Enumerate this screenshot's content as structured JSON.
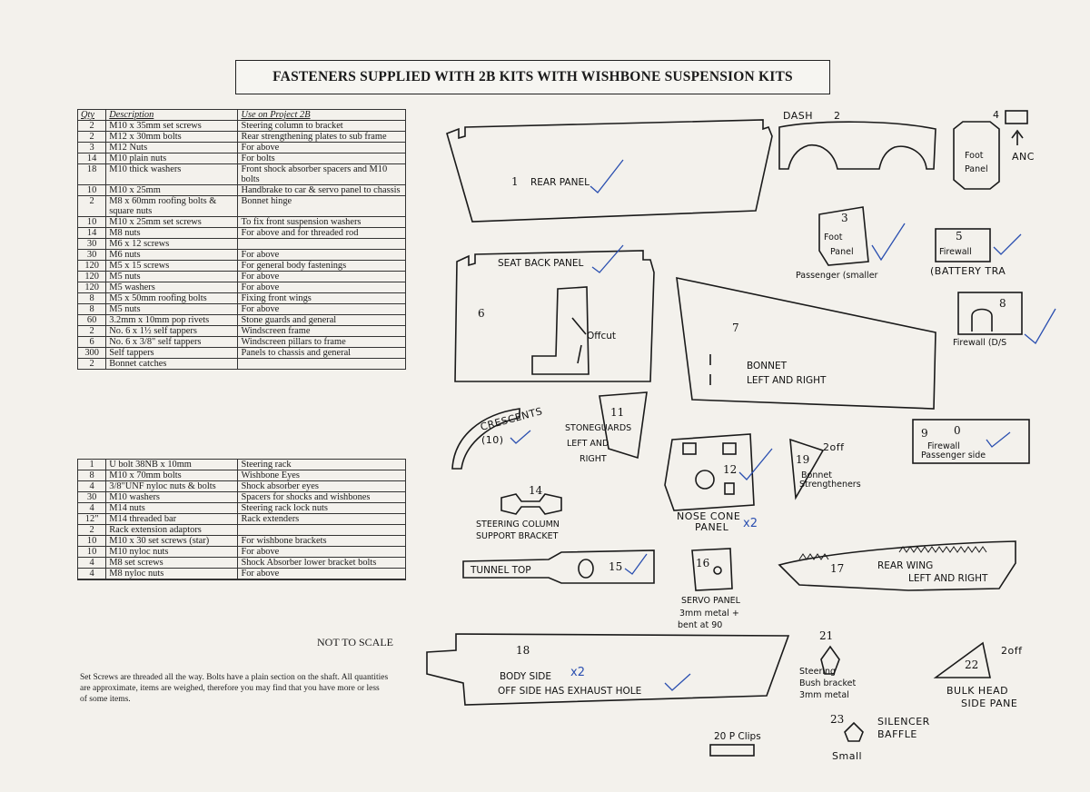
{
  "title": "FASTENERS SUPPLIED WITH 2B KITS WITH WISHBONE SUSPENSION KITS",
  "table1": {
    "headers": [
      "Qty",
      "Description",
      "Use on Project 2B"
    ],
    "rows": [
      [
        "2",
        "M10 x 35mm set screws",
        "Steering column to bracket"
      ],
      [
        "2",
        "M12 x 30mm bolts",
        "Rear strengthening plates to sub frame"
      ],
      [
        "3",
        "M12 Nuts",
        "For above"
      ],
      [
        "14",
        "M10 plain nuts",
        "For bolts"
      ],
      [
        "18",
        "M10 thick washers",
        "Front shock absorber spacers and M10 bolts"
      ],
      [
        "10",
        "M10 x 25mm",
        "Handbrake to car & servo panel to chassis"
      ],
      [
        "2",
        "M8 x 60mm roofing bolts & square nuts",
        "Bonnet hinge"
      ],
      [
        "10",
        "M10 x 25mm set screws",
        "To fix front suspension washers"
      ],
      [
        "14",
        "M8 nuts",
        "For above and for threaded rod"
      ],
      [
        "30",
        "M6 x 12 screws",
        ""
      ],
      [
        "30",
        "M6 nuts",
        "For above"
      ],
      [
        "120",
        "M5 x 15 screws",
        "For general body fastenings"
      ],
      [
        "120",
        "M5 nuts",
        "For above"
      ],
      [
        "120",
        "M5 washers",
        "For above"
      ],
      [
        "8",
        "M5 x 50mm roofing bolts",
        "Fixing front wings"
      ],
      [
        "8",
        "M5 nuts",
        "For above"
      ],
      [
        "60",
        "3.2mm x 10mm pop rivets",
        "Stone guards and general"
      ],
      [
        "2",
        "No. 6 x 1½ self tappers",
        "Windscreen frame"
      ],
      [
        "6",
        "No. 6 x 3/8\" self tappers",
        "Windscreen pillars to frame"
      ],
      [
        "300",
        "Self tappers",
        "Panels to chassis and general"
      ],
      [
        "2",
        "Bonnet catches",
        ""
      ]
    ]
  },
  "table2": {
    "rows": [
      [
        "1",
        "U bolt 38NB x 10mm",
        "Steering rack"
      ],
      [
        "8",
        "M10 x 70mm bolts",
        "Wishbone Eyes"
      ],
      [
        "4",
        "3/8\"UNF nyloc nuts & bolts",
        "Shock absorber eyes"
      ],
      [
        "30",
        "M10 washers",
        "Spacers for shocks and wishbones"
      ],
      [
        "4",
        "M14 nuts",
        "Steering rack lock nuts"
      ],
      [
        "12\"",
        "M14 threaded bar",
        "Rack extenders"
      ],
      [
        "2",
        "Rack extension adaptors",
        ""
      ],
      [
        "10",
        "M10 x 30 set screws (star)",
        "For wishbone brackets"
      ],
      [
        "10",
        "M10 nyloc nuts",
        "For above"
      ],
      [
        "4",
        "M8 set screws",
        "Shock Absorber lower bracket bolts"
      ],
      [
        "4",
        "M8 nyloc nuts",
        "For above"
      ],
      [
        "",
        "",
        ""
      ]
    ]
  },
  "not_to_scale": "NOT TO SCALE",
  "footnote": "Set Screws are threaded all the way. Bolts have a plain section on the shaft. All quantities are approximate, items are weighed, therefore you may find that you have more or less of some items.",
  "parts": {
    "p1_num": "1",
    "p1_label": "REAR PANEL",
    "p2_label": "DASH",
    "p2_num": "2",
    "p4_num": "4",
    "p4_label1": "Foot",
    "p4_label2": "Panel",
    "p4_extra": "ANC",
    "p3_num": "3",
    "p3_label1": "Foot",
    "p3_label2": "Panel",
    "p3_note": "Passenger (smaller",
    "p5_num": "5",
    "p5_label": "Firewall",
    "p5_note": "(BATTERY TRA",
    "p6_num": "6",
    "p6_label": "SEAT BACK PANEL",
    "p6_offcut": "Offcut",
    "p7_num": "7",
    "p7_label1": "BONNET",
    "p7_label2": "LEFT AND RIGHT",
    "p8_num": "8",
    "p8_label": "Firewall (D/S",
    "p9_num": "9",
    "p9_zero": "0",
    "p9_label1": "Firewall",
    "p9_label2": "Passenger side",
    "p10_label": "CRESCENTS",
    "p10_num": "(10)",
    "p11_num": "11",
    "p11_label1": "STONEGUARDS",
    "p11_label2": "LEFT AND",
    "p11_label3": "RIGHT",
    "p12_num": "12",
    "p12_label1": "NOSE CONE",
    "p12_label2": "PANEL",
    "p12_mult": "x2",
    "p19_num": "19",
    "p19_qty": "2off",
    "p19_label1": "Bonnet",
    "p19_label2": "Strengtheners",
    "p14_num": "14",
    "p14_label1": "STEERING COLUMN",
    "p14_label2": "SUPPORT BRACKET",
    "p15_label": "TUNNEL TOP",
    "p15_num": "15",
    "p16_num": "16",
    "p16_label1": "SERVO PANEL",
    "p16_label2": "3mm metal +",
    "p16_label3": "bent at 90",
    "p17_num": "17",
    "p17_label1": "REAR WING",
    "p17_label2": "LEFT AND RIGHT",
    "p18_num": "18",
    "p18_label1": "BODY SIDE",
    "p18_mult": "x2",
    "p18_label2": "OFF SIDE HAS EXHAUST HOLE",
    "p21_num": "21",
    "p21_label1": "Steering",
    "p21_label2": "Bush bracket",
    "p21_label3": "3mm metal",
    "p22_num": "22",
    "p22_qty": "2off",
    "p22_label1": "BULK HEAD",
    "p22_label2": "SIDE PANE",
    "p23_num": "23",
    "p23_label1": "SILENCER",
    "p23_label2": "BAFFLE",
    "p23_label3": "Small",
    "p20_label": "20 P Clips"
  }
}
